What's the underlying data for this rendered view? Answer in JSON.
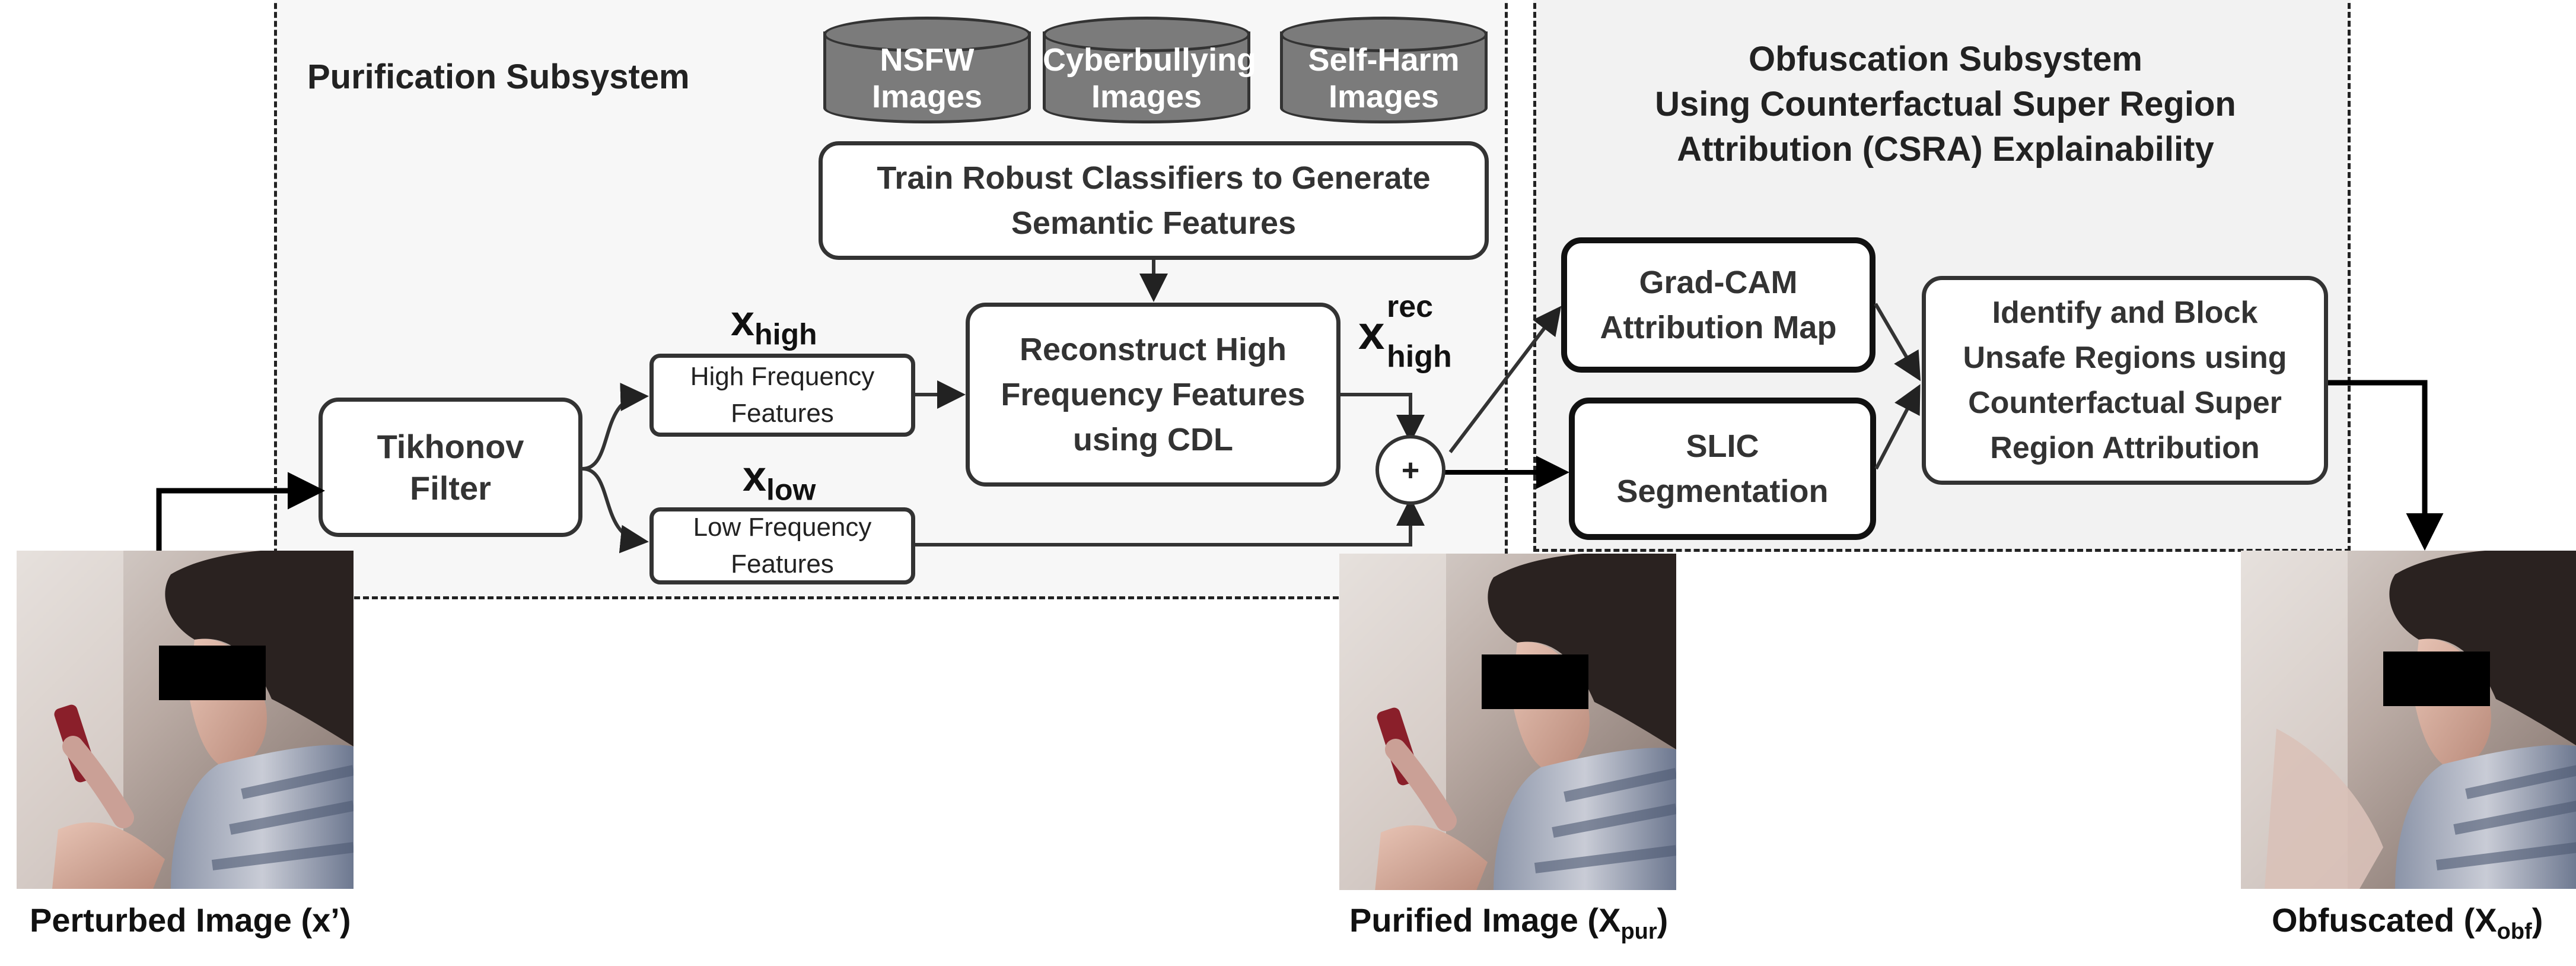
{
  "purification": {
    "title": "Purification Subsystem",
    "datasets": [
      {
        "line1": "NSFW",
        "line2": "Images"
      },
      {
        "line1": "Cyberbullying",
        "line2": "Images"
      },
      {
        "line1": "Self-Harm",
        "line2": "Images"
      }
    ],
    "train_box": {
      "line1": "Train Robust Classifiers to Generate",
      "line2": "Semantic Features"
    },
    "tikhonov": {
      "line1": "Tikhonov",
      "line2": "Filter"
    },
    "high_freq": {
      "line1": "High Frequency",
      "line2": "Features"
    },
    "low_freq": {
      "line1": "Low Frequency",
      "line2": "Features"
    },
    "reconstruct": {
      "line1": "Reconstruct High",
      "line2": "Frequency Features",
      "line3": "using CDL"
    },
    "x_high": {
      "base": "x",
      "sub": "high"
    },
    "x_low": {
      "base": "x",
      "sub": "low"
    },
    "x_rec": {
      "base": "x",
      "sup": "rec",
      "sub": "high"
    },
    "sum_symbol": "+"
  },
  "obfuscation": {
    "title_line1": "Obfuscation Subsystem",
    "title_line2": "Using Counterfactual Super Region",
    "title_line3": "Attribution (CSRA) Explainability",
    "gradcam": {
      "line1": "Grad-CAM",
      "line2": "Attribution Map"
    },
    "slic": {
      "line1": "SLIC",
      "line2": "Segmentation"
    },
    "identify": {
      "line1": "Identify and Block",
      "line2": "Unsafe Regions using",
      "line3": "Counterfactual Super",
      "line4": "Region Attribution"
    }
  },
  "images": {
    "perturbed": {
      "caption": "Perturbed Image (x’)"
    },
    "purified": {
      "caption_main": "Purified Image (X",
      "caption_sub": "pur",
      "caption_end": ")"
    },
    "obfuscated": {
      "caption_main": "Obfuscated (X",
      "caption_sub": "obf",
      "caption_end": ")"
    }
  },
  "colors": {
    "panel_fill": "#f7f7f7",
    "obf_panel_fill": "#f2f2f2",
    "db_fill": "#7b7b7b",
    "border": "#333333",
    "censor_bar": "#000000"
  }
}
